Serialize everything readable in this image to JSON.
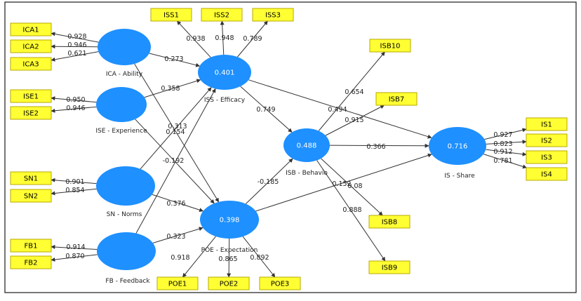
{
  "colors": {
    "construct_fill": "#1e90ff",
    "indicator_fill": "#ffff33",
    "indicator_stroke": "#b8a800",
    "edge": "#333333",
    "frame": "#1a1a1a"
  },
  "constructs": [
    {
      "id": "ica",
      "label": "ICA - Ability",
      "r2": ""
    },
    {
      "id": "ise",
      "label": "ISE - Experience",
      "r2": ""
    },
    {
      "id": "sn",
      "label": "SN - Norms",
      "r2": ""
    },
    {
      "id": "fb",
      "label": "FB - Feedback",
      "r2": ""
    },
    {
      "id": "iss",
      "label": "ISS - Efficacy",
      "r2": "0.401"
    },
    {
      "id": "poe",
      "label": "POE - Expectation",
      "r2": "0.398"
    },
    {
      "id": "isb",
      "label": "ISB - Behavio",
      "r2": "0.488"
    },
    {
      "id": "is",
      "label": "IS - Share",
      "r2": "0.716"
    }
  ],
  "indicators": [
    {
      "id": "ICA1",
      "label": "ICA1",
      "construct": "ica",
      "loading": "0.928"
    },
    {
      "id": "ICA2",
      "label": "ICA2",
      "construct": "ica",
      "loading": "0.946"
    },
    {
      "id": "ICA3",
      "label": "ICA3",
      "construct": "ica",
      "loading": "0.621"
    },
    {
      "id": "ISE1",
      "label": "ISE1",
      "construct": "ise",
      "loading": "0.950"
    },
    {
      "id": "ISE2",
      "label": "ISE2",
      "construct": "ise",
      "loading": "0.946"
    },
    {
      "id": "SN1",
      "label": "SN1",
      "construct": "sn",
      "loading": "0.901"
    },
    {
      "id": "SN2",
      "label": "SN2",
      "construct": "sn",
      "loading": "0.854"
    },
    {
      "id": "FB1",
      "label": "FB1",
      "construct": "fb",
      "loading": "0.914"
    },
    {
      "id": "FB2",
      "label": "FB2",
      "construct": "fb",
      "loading": "0.870"
    },
    {
      "id": "ISS1",
      "label": "ISS1",
      "construct": "iss",
      "loading": "0.938"
    },
    {
      "id": "ISS2",
      "label": "ISS2",
      "construct": "iss",
      "loading": "0.948"
    },
    {
      "id": "ISS3",
      "label": "ISS3",
      "construct": "iss",
      "loading": "0.789"
    },
    {
      "id": "POE1",
      "label": "POE1",
      "construct": "poe",
      "loading": "0.918"
    },
    {
      "id": "POE2",
      "label": "POE2",
      "construct": "poe",
      "loading": "0.865"
    },
    {
      "id": "POE3",
      "label": "POE3",
      "construct": "poe",
      "loading": "0.892"
    },
    {
      "id": "ISB7",
      "label": "ISB7",
      "construct": "isb",
      "loading": "0.915"
    },
    {
      "id": "ISB8",
      "label": "ISB8",
      "construct": "isb",
      "loading": "0.08"
    },
    {
      "id": "ISB9",
      "label": "ISB9",
      "construct": "isb",
      "loading": "0.888"
    },
    {
      "id": "ISB10",
      "label": "ISB10",
      "construct": "isb",
      "loading": "0.654"
    },
    {
      "id": "IS1",
      "label": "IS1",
      "construct": "is",
      "loading": "0.927"
    },
    {
      "id": "IS2",
      "label": "IS2",
      "construct": "is",
      "loading": "0.823"
    },
    {
      "id": "IS3",
      "label": "IS3",
      "construct": "is",
      "loading": "0.912"
    },
    {
      "id": "IS4",
      "label": "IS4",
      "construct": "is",
      "loading": "0.781"
    }
  ],
  "paths": [
    {
      "from": "ica",
      "to": "iss",
      "coef": "0.273"
    },
    {
      "from": "ica",
      "to": "poe",
      "coef": "0.154"
    },
    {
      "from": "ise",
      "to": "iss",
      "coef": "0.358"
    },
    {
      "from": "ise",
      "to": "poe",
      "coef": "-0.192"
    },
    {
      "from": "sn",
      "to": "iss",
      "coef": "0.313"
    },
    {
      "from": "sn",
      "to": "poe",
      "coef": "0.376"
    },
    {
      "from": "fb",
      "to": "iss",
      "coef": ""
    },
    {
      "from": "fb",
      "to": "poe",
      "coef": "0.323"
    },
    {
      "from": "iss",
      "to": "isb",
      "coef": "0.749"
    },
    {
      "from": "iss",
      "to": "is",
      "coef": "0.494"
    },
    {
      "from": "poe",
      "to": "isb",
      "coef": "-0.185"
    },
    {
      "from": "poe",
      "to": "is",
      "coef": "0.152"
    },
    {
      "from": "isb",
      "to": "is",
      "coef": "0.366"
    }
  ]
}
